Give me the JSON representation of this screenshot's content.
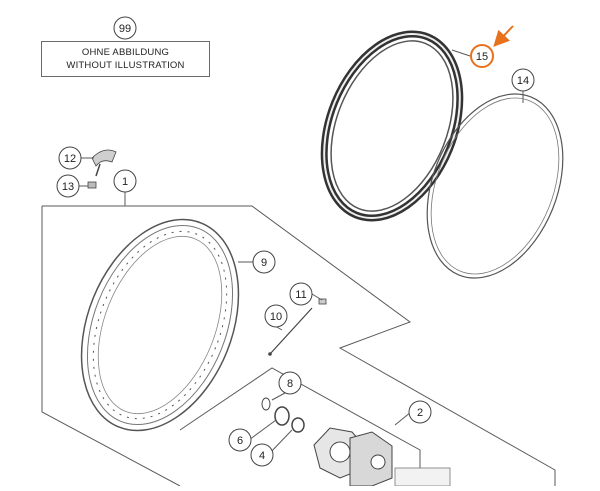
{
  "callouts": {
    "c99": "99",
    "c15": "15",
    "c14": "14",
    "c12": "12",
    "c13": "13",
    "c1": "1",
    "c9": "9",
    "c11": "11",
    "c10": "10",
    "c8": "8",
    "c2": "2",
    "c6": "6",
    "c4": "4"
  },
  "note": {
    "line1": "OHNE ABBILDUNG",
    "line2": "WITHOUT ILLUSTRATION"
  },
  "colors": {
    "line": "#5a5a5a",
    "highlight": "#e8711c",
    "callout_fill": "#ffffff"
  }
}
